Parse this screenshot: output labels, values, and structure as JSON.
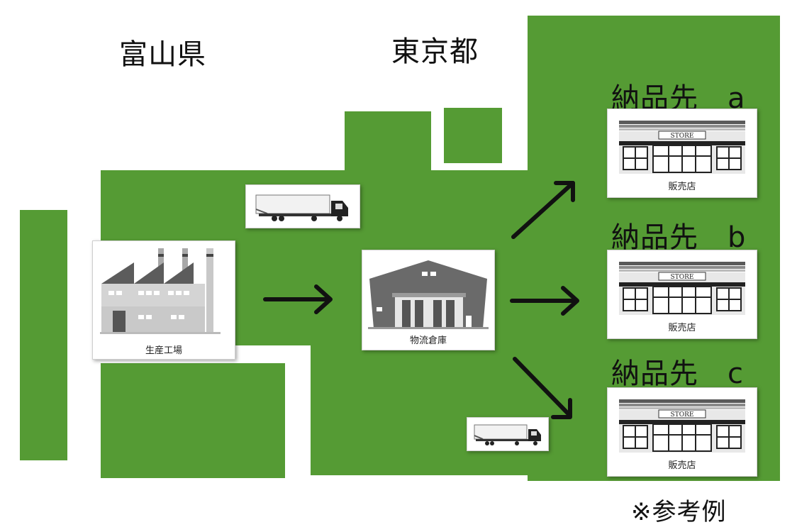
{
  "regions": {
    "left": "富山県",
    "middle": "東京都"
  },
  "factory": {
    "caption": "生産工場"
  },
  "warehouse": {
    "caption": "物流倉庫"
  },
  "destinations": [
    {
      "title": "納品先　a",
      "caption": "販売店",
      "sign": "STORE"
    },
    {
      "title": "納品先　b",
      "caption": "販売店",
      "sign": "STORE"
    },
    {
      "title": "納品先　c",
      "caption": "販売店",
      "sign": "STORE"
    }
  ],
  "note": "※参考例",
  "colors": {
    "land": "#559b34",
    "arrow": "#111111"
  },
  "icons": [
    "factory-icon",
    "warehouse-icon",
    "truck-icon",
    "store-icon",
    "arrow-icon"
  ]
}
